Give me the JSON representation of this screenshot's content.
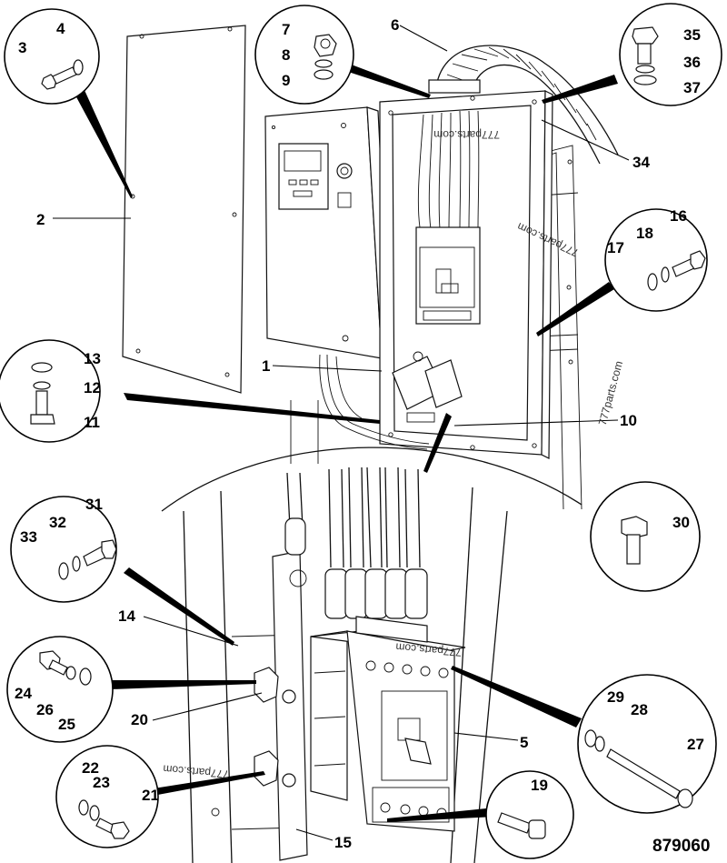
{
  "document_number": "879060",
  "watermarks": [
    "777parts.com",
    "777parts.com",
    "777parts.com",
    "777parts.com",
    "777parts.com"
  ],
  "callouts": {
    "c1": "1",
    "c2": "2",
    "c3": "3",
    "c4": "4",
    "c5": "5",
    "c6": "6",
    "c7": "7",
    "c8": "8",
    "c9": "9",
    "c10": "10",
    "c11": "11",
    "c12": "12",
    "c13": "13",
    "c14": "14",
    "c15": "15",
    "c16": "16",
    "c17": "17",
    "c18": "18",
    "c19": "19",
    "c20": "20",
    "c21": "21",
    "c22": "22",
    "c23": "23",
    "c24": "24",
    "c25": "25",
    "c26": "26",
    "c27": "27",
    "c28": "28",
    "c29": "29",
    "c30": "30",
    "c31": "31",
    "c32": "32",
    "c33": "33",
    "c34": "34",
    "c35": "35",
    "c36": "36",
    "c37": "37"
  }
}
